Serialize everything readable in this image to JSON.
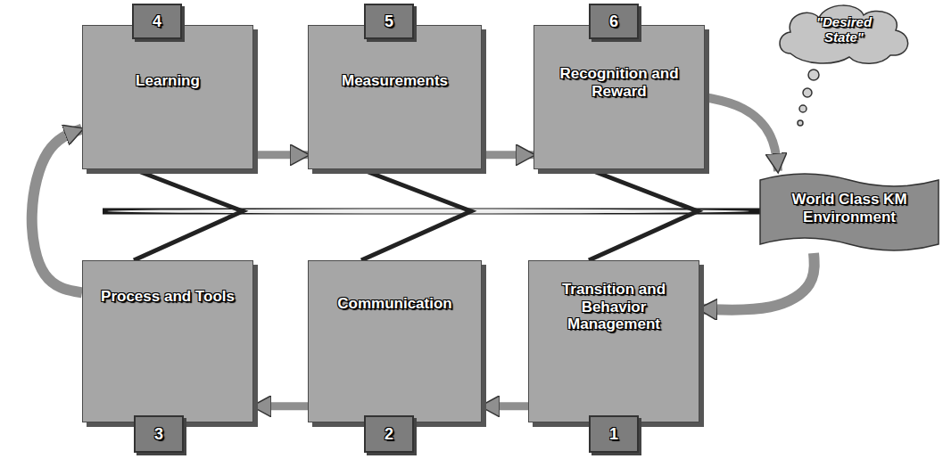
{
  "diagram": {
    "nodes": [
      {
        "text": [
          "4"
        ]
      },
      {
        "text": [
          "Learning"
        ]
      },
      {
        "text": [
          "5"
        ]
      },
      {
        "text": [
          "Measurements"
        ]
      },
      {
        "text": [
          "6"
        ]
      },
      {
        "text": [
          "Recognition and Reward"
        ]
      },
      {
        "text": [
          "\"Desired State\""
        ]
      },
      {
        "text": [
          "World Class KM Environment"
        ]
      },
      {
        "text": [
          "Process and Tools"
        ]
      },
      {
        "text": [
          "Communication"
        ]
      },
      {
        "text": [
          "Transition and Behavior Management"
        ]
      },
      {
        "text": [
          "3"
        ]
      },
      {
        "text": [
          "2"
        ]
      },
      {
        "text": [
          "1"
        ]
      }
    ],
    "edges": [
      {
        "from": 1,
        "to": 3,
        "arrow": "to"
      },
      {
        "from": 3,
        "to": 5,
        "arrow": "to"
      },
      {
        "from": 10,
        "to": 9,
        "arrow": "to"
      },
      {
        "from": 9,
        "to": 8,
        "arrow": "to"
      },
      {
        "from": 8,
        "to": 1,
        "arrow": "to"
      },
      {
        "from": 7,
        "to": 10,
        "arrow": "to"
      },
      {
        "from": 5,
        "to": 7,
        "arrow": "to"
      }
    ]
  }
}
